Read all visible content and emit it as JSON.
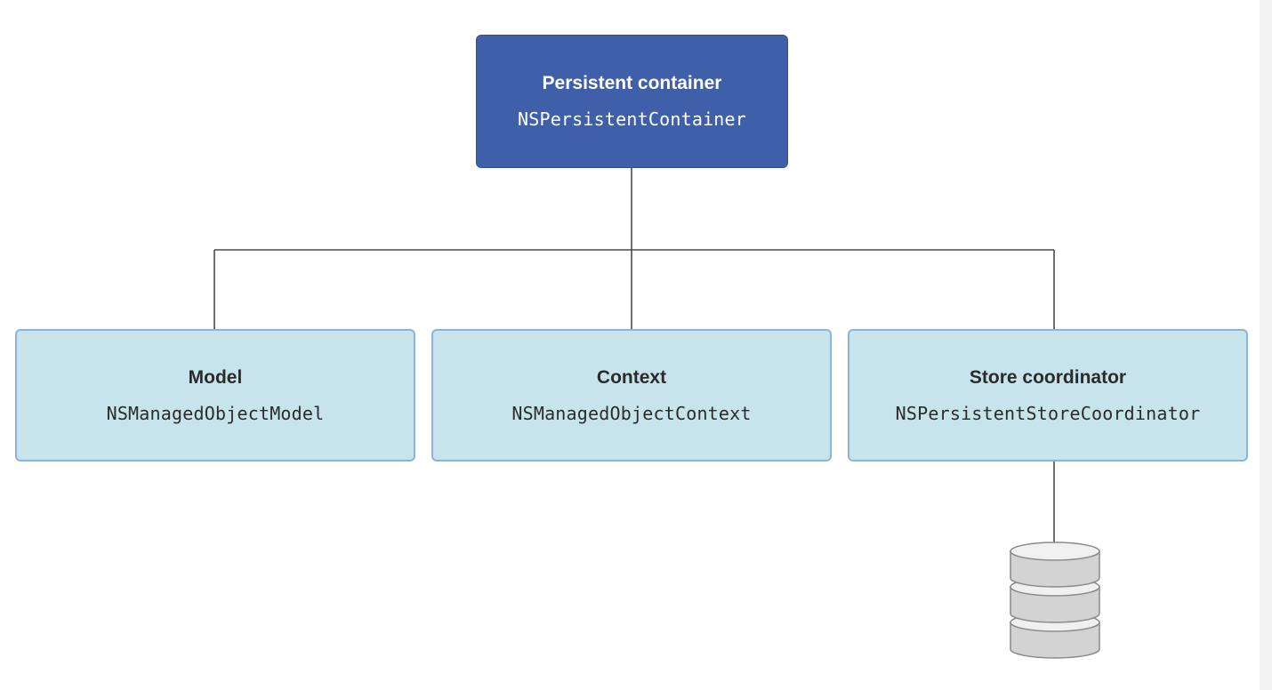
{
  "diagram": {
    "root": {
      "title": "Persistent container",
      "class_name": "NSPersistentContainer",
      "fill_color": "#3f60a9"
    },
    "children": [
      {
        "title": "Model",
        "class_name": "NSManagedObjectModel"
      },
      {
        "title": "Context",
        "class_name": "NSManagedObjectContext"
      },
      {
        "title": "Store coordinator",
        "class_name": "NSPersistentStoreCoordinator"
      }
    ],
    "child_fill_color": "#c7e4ec",
    "child_border_color": "#8db4d8",
    "connector_color": "#4a4a4a",
    "store_icon": "database-icon"
  }
}
